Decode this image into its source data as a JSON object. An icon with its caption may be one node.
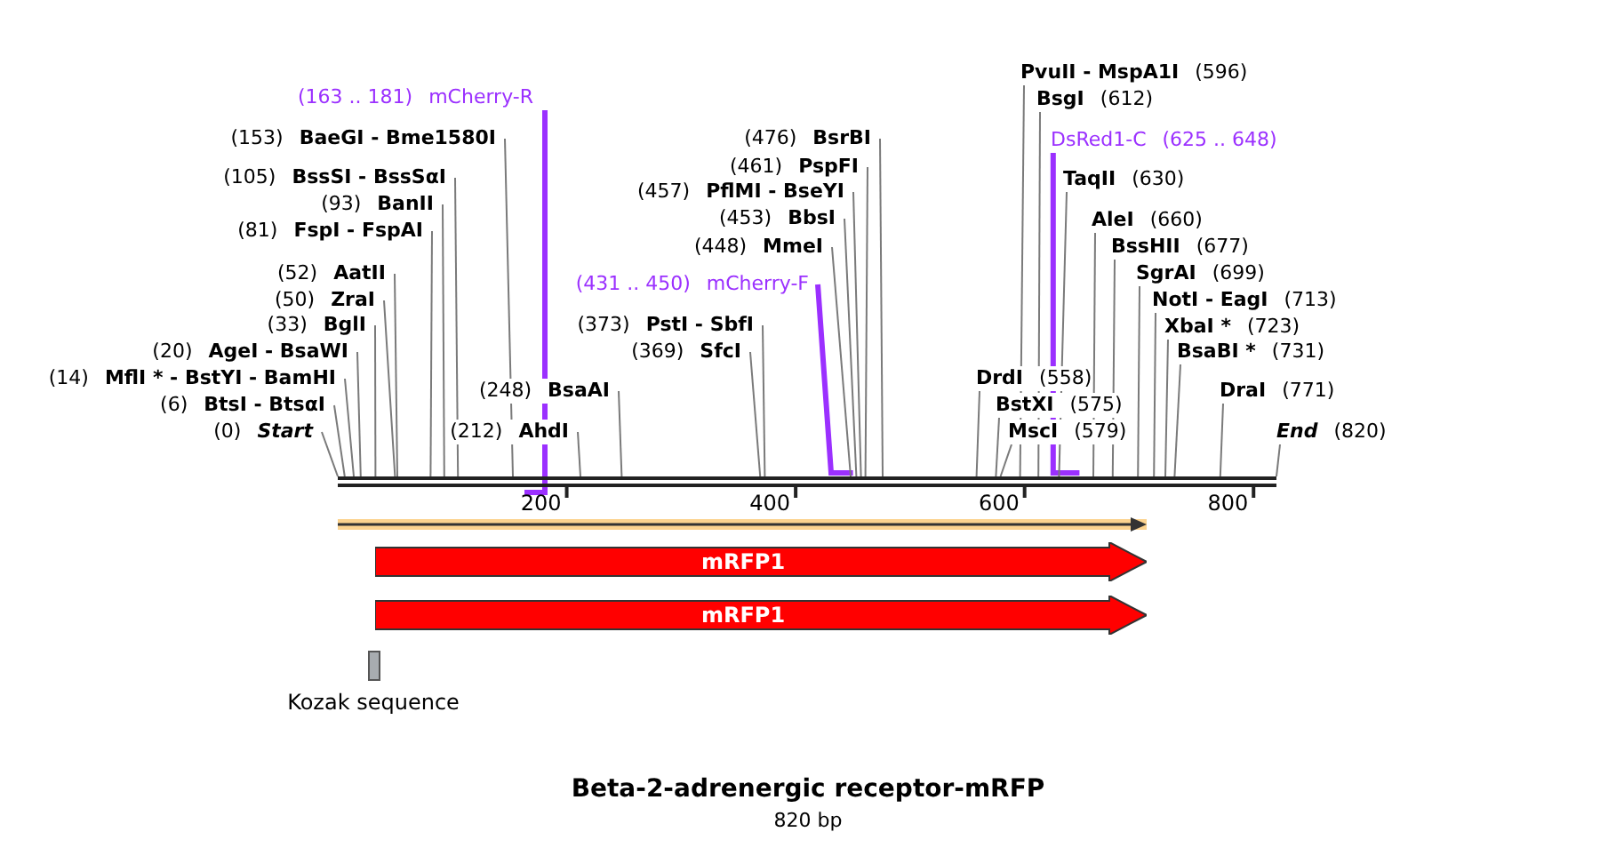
{
  "diagram": {
    "title": "Beta-2-adrenergic receptor-mRFP",
    "caption": "820 bp",
    "nodes": [
      {
        "text": [
          "(0)",
          "Start"
        ]
      },
      {
        "text": [
          "(6)",
          "BtsI - BtsαI"
        ]
      },
      {
        "text": [
          "(14)",
          "MflI * - BstYI - BamHI"
        ]
      },
      {
        "text": [
          "(20)",
          "AgeI - BsaWI"
        ]
      },
      {
        "text": [
          "(33)",
          "BglI"
        ]
      },
      {
        "text": [
          "(50)",
          "ZraI"
        ]
      },
      {
        "text": [
          "(52)",
          "AatII"
        ]
      },
      {
        "text": [
          "(81)",
          "FspI - FspAI"
        ]
      },
      {
        "text": [
          "(93)",
          "BanII"
        ]
      },
      {
        "text": [
          "(105)",
          "BssSI - BssSαI"
        ]
      },
      {
        "text": [
          "(153)",
          "BaeGI - Bme1580I"
        ]
      },
      {
        "text": [
          "(163 .. 181)",
          "mCherry-R"
        ]
      },
      {
        "text": [
          "(212)",
          "AhdI"
        ]
      },
      {
        "text": [
          "(248)",
          "BsaAI"
        ]
      },
      {
        "text": [
          "(369)",
          "SfcI"
        ]
      },
      {
        "text": [
          "(373)",
          "PstI - SbfI"
        ]
      },
      {
        "text": [
          "(431 .. 450)",
          "mCherry-F"
        ]
      },
      {
        "text": [
          "(448)",
          "MmeI"
        ]
      },
      {
        "text": [
          "(453)",
          "BbsI"
        ]
      },
      {
        "text": [
          "(457)",
          "PflMI - BseYI"
        ]
      },
      {
        "text": [
          "(461)",
          "PspFI"
        ]
      },
      {
        "text": [
          "(476)",
          "BsrBI"
        ]
      },
      {
        "text": [
          "DrdI",
          "(558)"
        ]
      },
      {
        "text": [
          "BstXI",
          "(575)"
        ]
      },
      {
        "text": [
          "MscI",
          "(579)"
        ]
      },
      {
        "text": [
          "PvuII - MspA1I",
          "(596)"
        ]
      },
      {
        "text": [
          "BsgI",
          "(612)"
        ]
      },
      {
        "text": [
          "DsRed1-C",
          "(625 .. 648)"
        ]
      },
      {
        "text": [
          "TaqII",
          "(630)"
        ]
      },
      {
        "text": [
          "AleI",
          "(660)"
        ]
      },
      {
        "text": [
          "BssHII",
          "(677)"
        ]
      },
      {
        "text": [
          "SgrAI",
          "(699)"
        ]
      },
      {
        "text": [
          "NotI - EagI",
          "(713)"
        ]
      },
      {
        "text": [
          "XbaI *",
          "(723)"
        ]
      },
      {
        "text": [
          "BsaBI *",
          "(731)"
        ]
      },
      {
        "text": [
          "DraI",
          "(771)"
        ]
      },
      {
        "text": [
          "End",
          "(820)"
        ]
      },
      {
        "text": [],
        "shape": "bar"
      },
      {
        "text": [],
        "shape": "arrow"
      },
      {
        "text": [
          "mRFP1"
        ]
      },
      {
        "text": [
          "mRFP1"
        ]
      },
      {
        "text": [],
        "shape": "box",
        "beside": [
          "Kozak sequence"
        ]
      }
    ],
    "edges": [
      {
        "from": 0,
        "to": 37,
        "arrow": "none"
      },
      {
        "from": 1,
        "to": 37,
        "arrow": "none"
      },
      {
        "from": 2,
        "to": 37,
        "arrow": "none"
      },
      {
        "from": 3,
        "to": 37,
        "arrow": "none"
      },
      {
        "from": 4,
        "to": 37,
        "arrow": "none"
      },
      {
        "from": 5,
        "to": 37,
        "arrow": "none"
      },
      {
        "from": 6,
        "to": 37,
        "arrow": "none"
      },
      {
        "from": 7,
        "to": 37,
        "arrow": "none"
      },
      {
        "from": 8,
        "to": 37,
        "arrow": "none"
      },
      {
        "from": 9,
        "to": 37,
        "arrow": "none"
      },
      {
        "from": 10,
        "to": 37,
        "arrow": "none"
      },
      {
        "from": 11,
        "to": 37,
        "arrow": "none",
        "style": "thick",
        "color": "#9b30ff"
      },
      {
        "from": 12,
        "to": 37,
        "arrow": "none"
      },
      {
        "from": 13,
        "to": 37,
        "arrow": "none"
      },
      {
        "from": 14,
        "to": 37,
        "arrow": "none"
      },
      {
        "from": 15,
        "to": 37,
        "arrow": "none"
      },
      {
        "from": 16,
        "to": 37,
        "arrow": "none",
        "style": "thick",
        "color": "#9b30ff"
      },
      {
        "from": 17,
        "to": 37,
        "arrow": "none"
      },
      {
        "from": 18,
        "to": 37,
        "arrow": "none"
      },
      {
        "from": 19,
        "to": 37,
        "arrow": "none"
      },
      {
        "from": 20,
        "to": 37,
        "arrow": "none"
      },
      {
        "from": 21,
        "to": 37,
        "arrow": "none"
      },
      {
        "from": 22,
        "to": 37,
        "arrow": "none"
      },
      {
        "from": 23,
        "to": 37,
        "arrow": "none"
      },
      {
        "from": 24,
        "to": 37,
        "arrow": "none"
      },
      {
        "from": 25,
        "to": 37,
        "arrow": "none"
      },
      {
        "from": 26,
        "to": 37,
        "arrow": "none"
      },
      {
        "from": 27,
        "to": 37,
        "arrow": "none",
        "style": "thick",
        "color": "#9b30ff"
      },
      {
        "from": 28,
        "to": 37,
        "arrow": "none"
      },
      {
        "from": 29,
        "to": 37,
        "arrow": "none"
      },
      {
        "from": 30,
        "to": 37,
        "arrow": "none"
      },
      {
        "from": 31,
        "to": 37,
        "arrow": "none"
      },
      {
        "from": 32,
        "to": 37,
        "arrow": "none"
      },
      {
        "from": 33,
        "to": 37,
        "arrow": "none"
      },
      {
        "from": 34,
        "to": 37,
        "arrow": "none"
      },
      {
        "from": 35,
        "to": 37,
        "arrow": "none"
      },
      {
        "from": 36,
        "to": 37,
        "arrow": "none"
      }
    ],
    "labels": [
      "200",
      "400",
      "600",
      "800"
    ]
  }
}
